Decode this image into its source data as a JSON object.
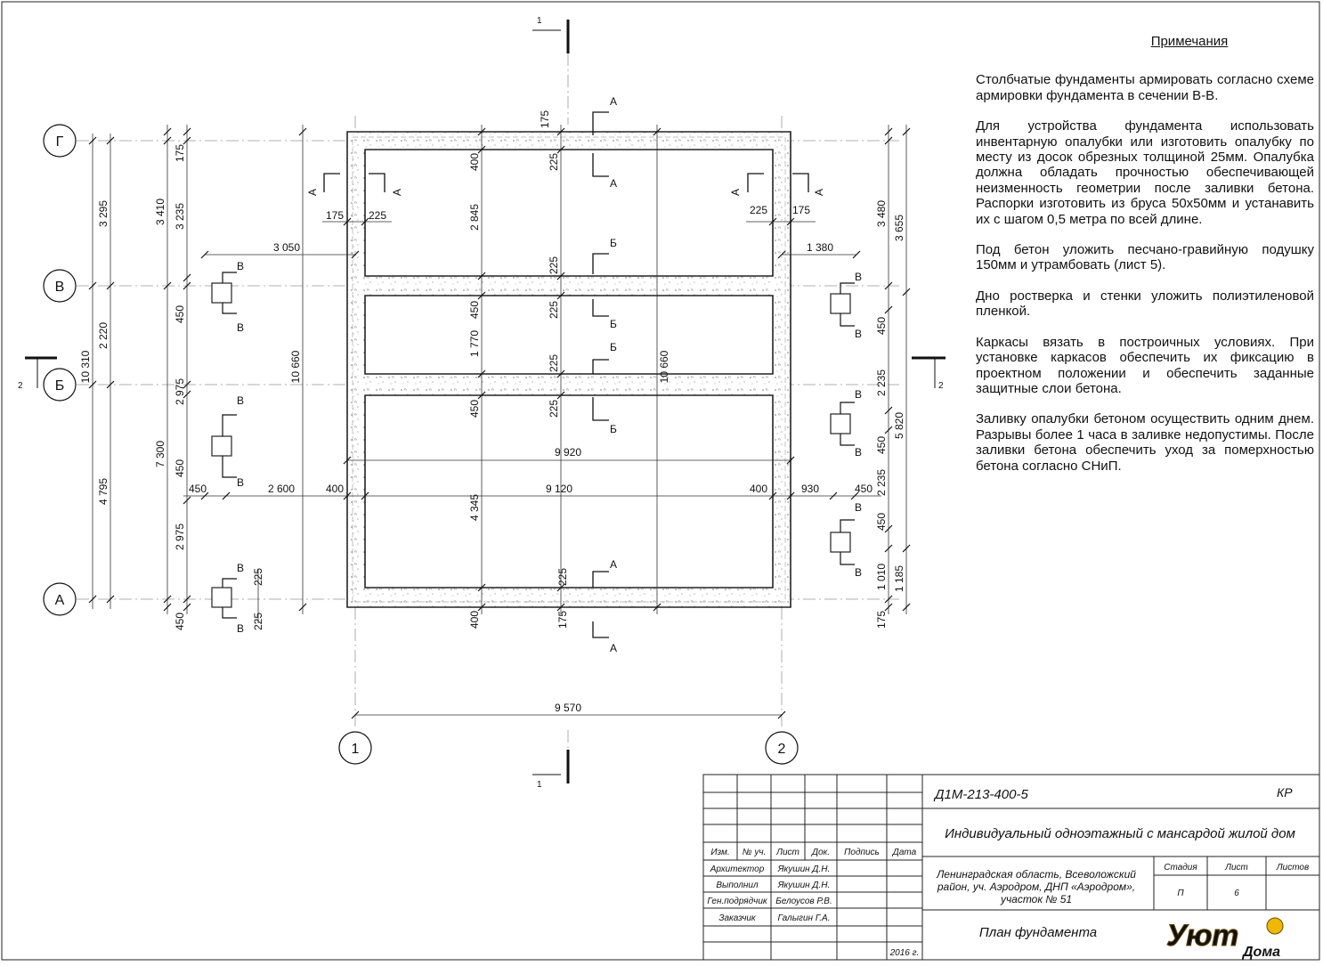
{
  "notes": {
    "title": "Примечания",
    "items": [
      "Столбчатые фундаменты армировать согласно схеме армировки фундамента в сечении В-В.",
      "Для устройства фундамента использовать инвентарную опалубки или изготовить опалубку по месту из досок обрезных толщиной 25мм. Опалубка должна обладать прочностью обеспечивающей неизменность геометрии после заливки бетона. Распорки изготовить из бруса 50х50мм и устанавить их с шагом 0,5 метра по всей длине.",
      "Под бетон уложить песчано-гравийную подушку 150мм и утрамбовать (лист 5).",
      "Дно ростверка и стенки уложить полиэтиленовой пленкой.",
      "Каркасы вязать в построичных условиях. При установке каркасов обеспечить их фиксацию в проектном положении и обеспечить заданные защитные слои бетона.",
      "Заливку опалубки бетоном осуществить одним днем. Разрывы более 1 часа в заливке недопустимы. После заливки бетона обеспечить уход за померхностью бетона согласно СНиП."
    ]
  },
  "axes": {
    "rows": [
      "Г",
      "В",
      "Б",
      "А"
    ],
    "cols": [
      "1",
      "2"
    ]
  },
  "sections": {
    "s1": "1",
    "s2": "2",
    "a": "А",
    "b": "Б",
    "v": "В"
  },
  "dims": {
    "left_outer": [
      "3 295",
      "2 220",
      "4 795"
    ],
    "left_total": "10 310",
    "left_mid": [
      "3 410",
      "7 300",
      "450"
    ],
    "left_inner": [
      "175",
      "3 235",
      "450",
      "2 975",
      "450",
      "2 975"
    ],
    "left_small": [
      "225",
      "225"
    ],
    "height_overall": "10 660",
    "height_inner": "10 660",
    "right_outer": [
      "3 655",
      "5 820",
      "1 185"
    ],
    "right_inner": [
      "3 480",
      "450",
      "2 235",
      "450",
      "2 235",
      "450",
      "1 010",
      "175"
    ],
    "center_col": [
      "400",
      "2 845",
      "450",
      "1 770",
      "450",
      "4 345",
      "400"
    ],
    "center_col2": [
      "175",
      "225",
      "225",
      "225",
      "225",
      "225",
      "225",
      "175"
    ],
    "top_left": [
      "175",
      "225"
    ],
    "top_right": [
      "225",
      "175"
    ],
    "horiz_left": "3 050",
    "horiz_right": "1 380",
    "horiz_row": [
      "450",
      "2 600",
      "400",
      "9 120",
      "400",
      "930",
      "450"
    ],
    "width_outer": "9 920",
    "width_axes": "9 570"
  },
  "title_block": {
    "code": "Д1М-213-400-5",
    "section": "КР",
    "project": "Индивидуальный одноэтажный с мансардой жилой дом",
    "address": [
      "Ленинградская область, Всеволожский",
      "район, уч. Аэродром, ДНП «Аэродром»,",
      "участок № 51"
    ],
    "sheet_title": "План фундамента",
    "headers": [
      "Изм.",
      "№ уч.",
      "Лист",
      "Док.",
      "Подпись",
      "Дата"
    ],
    "stage_headers": [
      "Стадия",
      "Лист",
      "Листов"
    ],
    "stage": "П",
    "sheet_no": "6",
    "sheets_total": "",
    "roles": [
      {
        "role": "Архитектор",
        "name": "Якушин Д.Н."
      },
      {
        "role": "Выполнил",
        "name": "Якушин Д.Н."
      },
      {
        "role": "Ген.подрядчик",
        "name": "Белоусов Р.В."
      },
      {
        "role": "Заказчик",
        "name": "Галыгин Г.А."
      }
    ],
    "year": "2016 г.",
    "logo_text_1": "Уют",
    "logo_text_2": "Дома"
  }
}
